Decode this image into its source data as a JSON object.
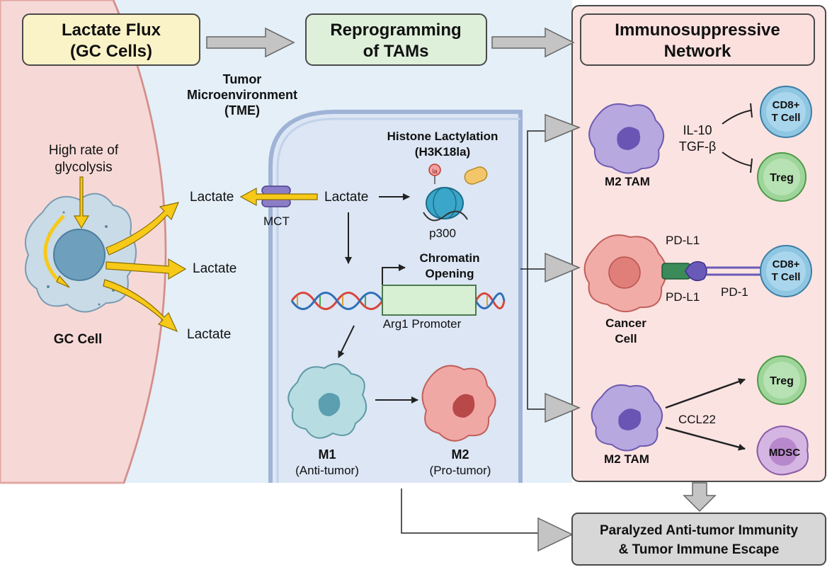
{
  "header": {
    "box1": [
      "Lactate Flux",
      "(GC Cells)"
    ],
    "box2": [
      "Reprogramming",
      "of TAMs"
    ],
    "box3": [
      "Immunosuppressive",
      "Network"
    ]
  },
  "tme": [
    "Tumor",
    "Microenvironment",
    "(TME)"
  ],
  "gc": {
    "glycolysis": [
      "High rate of",
      "glycolysis"
    ],
    "cell_label": "GC Cell",
    "lactate": [
      "Lactate",
      "Lactate",
      "Lactate"
    ]
  },
  "tam": {
    "mct": "MCT",
    "lactate_in": "Lactate",
    "histone": [
      "Histone Lactylation",
      "(H3K18la)"
    ],
    "la_tag": "la",
    "p300": "p300",
    "chromatin": [
      "Chromatin",
      "Opening"
    ],
    "promoter": "Arg1 Promoter",
    "m1": [
      "M1",
      "(Anti-tumor)"
    ],
    "m2": [
      "M2",
      "(Pro-tumor)"
    ]
  },
  "network": {
    "m2_tam_1": "M2 TAM",
    "cytokines": [
      "IL-10",
      "TGF-β"
    ],
    "cd8_1": [
      "CD8+",
      "T Cell"
    ],
    "treg_1": "Treg",
    "pdl1_top": "PD-L1",
    "pdl1_bottom": "PD-L1",
    "pd1": "PD-1",
    "cancer": [
      "Cancer",
      "Cell"
    ],
    "cd8_2": [
      "CD8+",
      "T Cell"
    ],
    "m2_tam_2": "M2 TAM",
    "ccl22": "CCL22",
    "treg_2": "Treg",
    "mdsc": "MDSC"
  },
  "outcome": [
    "Paralyzed Anti-tumor Immunity",
    "& Tumor Immune Escape"
  ],
  "colors": {
    "gc_bg": "#f6d9d6",
    "tme_bg": "#e4eff8",
    "network_bg": "#fbe3e1",
    "box1": "#fbf3c8",
    "box2": "#def0da",
    "box3": "#fbe0de",
    "outcome": "#d7d7d7",
    "arrow_gray": "#bfbfbf",
    "lactate_arrow": "#f7c918",
    "m2_purple": "#a996d6",
    "m1_blue": "#9fd0d8",
    "cancer_pink": "#ee9a96",
    "tcell_blue": "#8fc6e2",
    "treg_green": "#9ed59a"
  }
}
